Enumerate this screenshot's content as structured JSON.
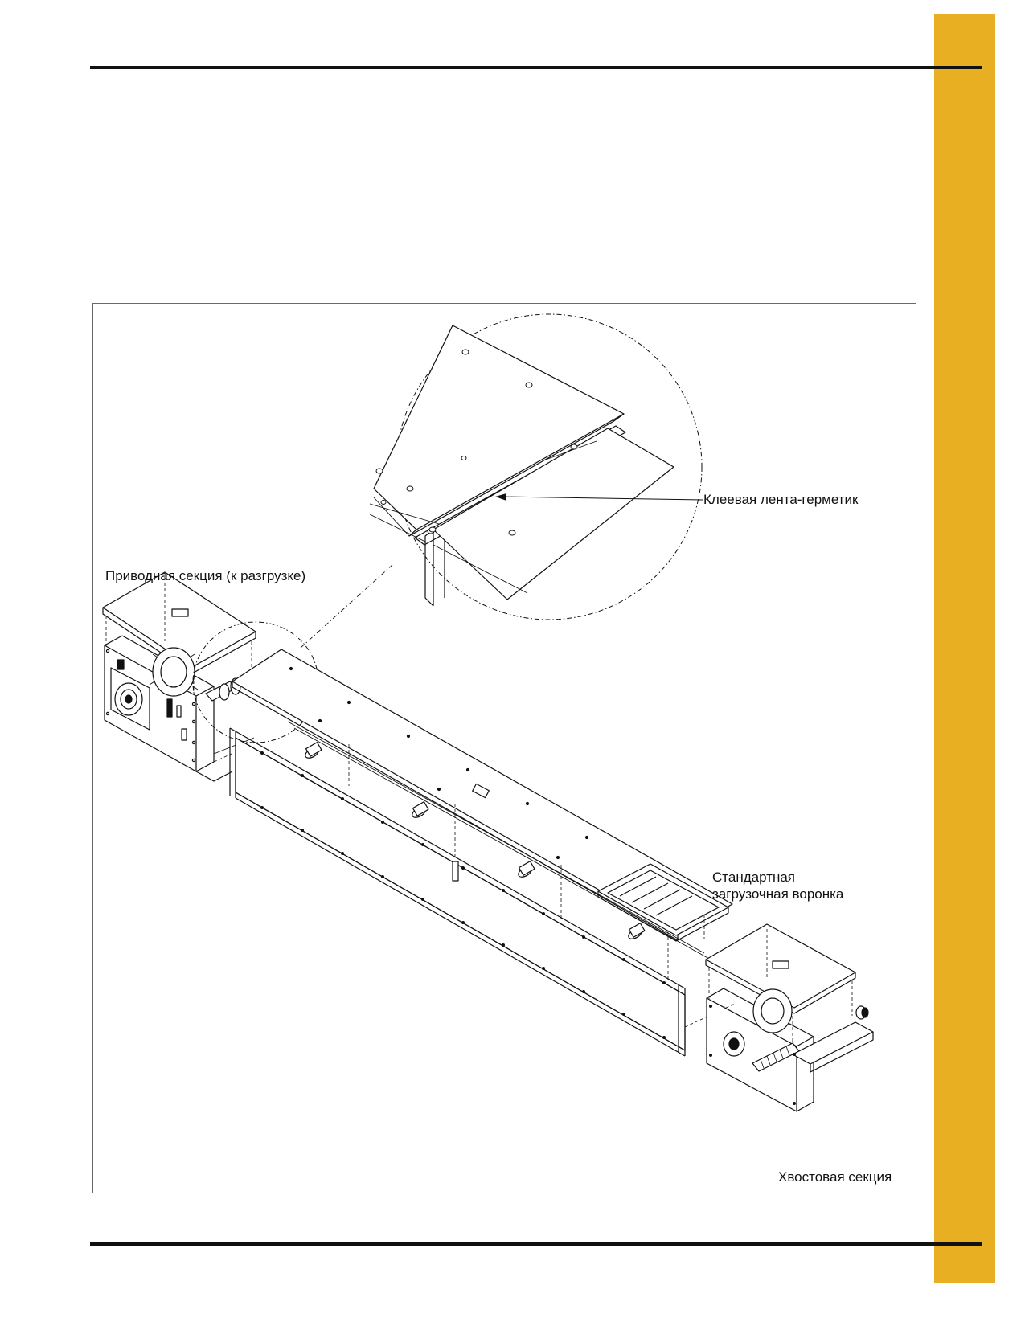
{
  "page": {
    "accent_color": "#E8AF23",
    "rule_color": "#111111"
  },
  "figure": {
    "labels": {
      "adhesive_tape": "Клеевая лента-герметик",
      "drive_section": "Приводная секция (к разгрузке)",
      "hopper_line1": "Стандартная",
      "hopper_line2": "загрузочная воронка",
      "tail_section": "Хвостовая секция"
    }
  }
}
